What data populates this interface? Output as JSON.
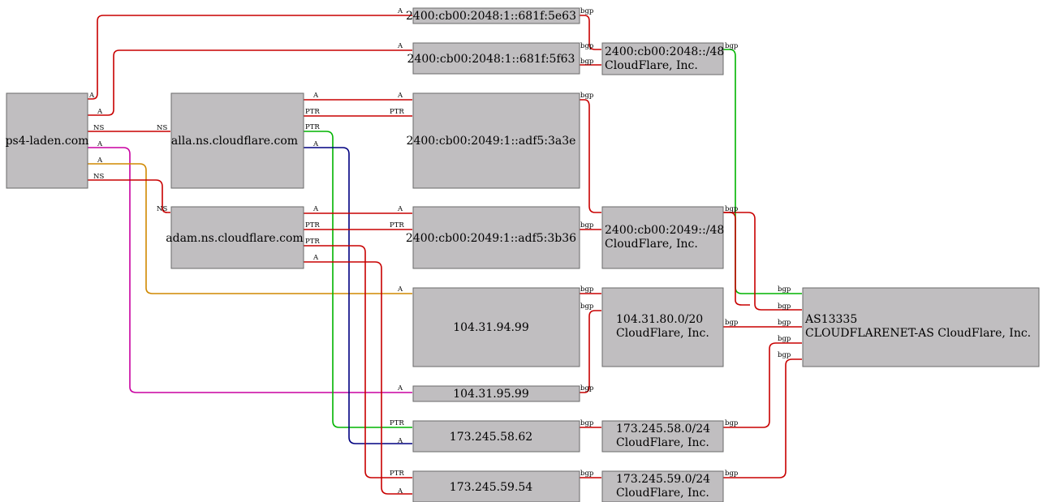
{
  "colors": {
    "red": "#c80000",
    "green": "#00b400",
    "navy": "#000080",
    "magenta": "#c800a0",
    "orange": "#d08800"
  },
  "nodes": {
    "ps4": "ps4-laden.com",
    "alla": "alla.ns.cloudflare.com",
    "adam": "adam.ns.cloudflare.com",
    "ip6_5e63": "2400:cb00:2048:1::681f:5e63",
    "ip6_5f63": "2400:cb00:2048:1::681f:5f63",
    "ip6_3a3e": "2400:cb00:2049:1::adf5:3a3e",
    "ip6_3b36": "2400:cb00:2049:1::adf5:3b36",
    "ip_94_99": "104.31.94.99",
    "ip_95_99": "104.31.95.99",
    "ip_58_62": "173.245.58.62",
    "ip_59_54": "173.245.59.54",
    "net_2048": [
      "2400:cb00:2048::/48",
      "CloudFlare, Inc."
    ],
    "net_2049": [
      "2400:cb00:2049::/48",
      "CloudFlare, Inc."
    ],
    "net_104": [
      "104.31.80.0/20",
      "CloudFlare, Inc."
    ],
    "net_58": [
      "173.245.58.0/24",
      "CloudFlare, Inc."
    ],
    "net_59": [
      "173.245.59.0/24",
      "CloudFlare, Inc."
    ],
    "asn": [
      "AS13335",
      "CLOUDFLARENET-AS CloudFlare, Inc."
    ]
  },
  "edges": {
    "a": "A",
    "ns": "NS",
    "ptr": "PTR",
    "bgp": "bgp"
  }
}
